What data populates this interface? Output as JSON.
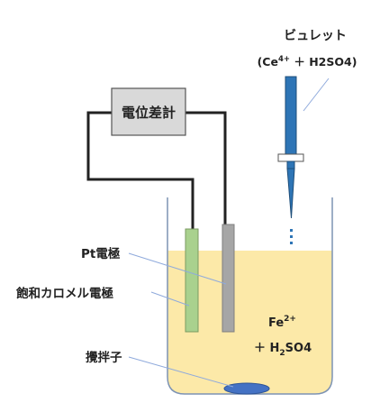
{
  "burette": {
    "title": "ビュレット",
    "reagent_prefix": "(Ce",
    "reagent_sup": "4+",
    "reagent_suffix": " ＋ H2SO4)"
  },
  "meter": {
    "label": "電位差計"
  },
  "labels": {
    "pt_electrode": "Pt電極",
    "calomel_electrode": "飽和カロメル電極",
    "stir_bar": "攪拌子"
  },
  "solution": {
    "line1_base": "Fe",
    "line1_sup": "2+",
    "line2_prefix": "＋ H",
    "line2_sub": "2",
    "line2_suffix": "SO4"
  },
  "colors": {
    "solution": "#fce9a8",
    "beaker_outline": "#7d93b4",
    "pt_electrode": "#a9d18e",
    "calomel_electrode": "#a6a6a6",
    "meter_box": "#d9d9d9",
    "burette": "#2e75b6",
    "drops": "#2e75b6",
    "stir_bar": "#4472c4",
    "pointer_lines": "#8faadc"
  }
}
